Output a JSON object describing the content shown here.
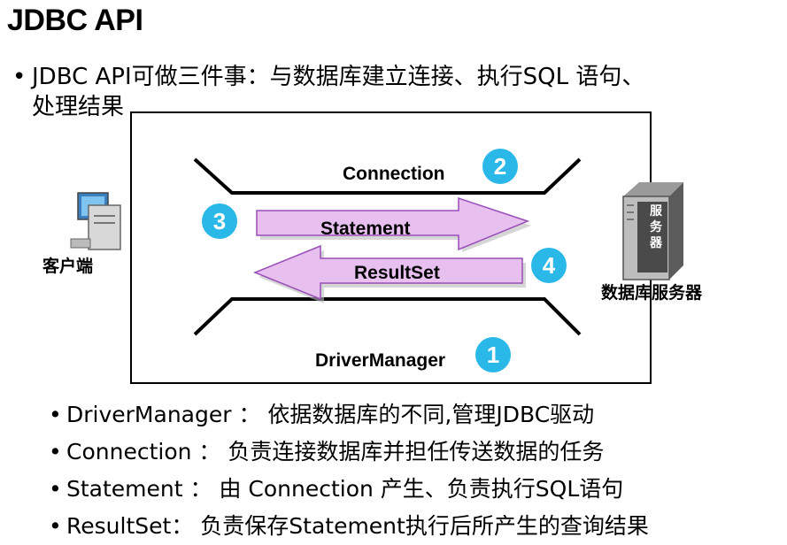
{
  "title": "JDBC API",
  "intro": {
    "bullet": "•",
    "line1": "JDBC API可做三件事：与数据库建立连接、执行SQL 语句、",
    "line2": "处理结果"
  },
  "diagram": {
    "client_label": "客户端",
    "server_label": "数据库服务器",
    "server_sign": "服务器",
    "connection_label": "Connection",
    "statement_label": "Statement",
    "resultset_label": "ResultSet",
    "drivermanager_label": "DriverManager",
    "badges": [
      "2",
      "3",
      "4",
      "1"
    ],
    "colors": {
      "badge": "#2ab8e8",
      "arrow_fill": "#e8c0f0",
      "arrow_stroke": "#9a4fb8"
    }
  },
  "bullets": [
    {
      "dot": "•",
      "term": "DriverManager",
      "sep": " ：",
      "desc": " 依据数据库的不同,管理JDBC驱动"
    },
    {
      "dot": "•",
      "term": "Connection",
      "sep": " ：",
      "desc": " 负责连接数据库并担任传送数据的任务"
    },
    {
      "dot": "•",
      "term": "Statement",
      "sep": " ：",
      "desc": " 由 Connection 产生、负责执行SQL语句"
    },
    {
      "dot": "•",
      "term": "ResultSet",
      "sep": "：",
      "desc": " 负责保存Statement执行后所产生的查询结果"
    }
  ]
}
